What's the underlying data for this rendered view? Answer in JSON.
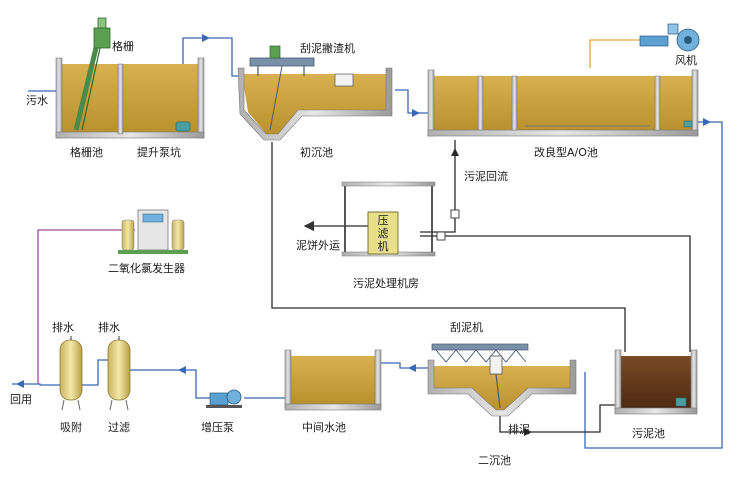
{
  "labels": {
    "wastewater": "污水",
    "bar_screen": "格栅",
    "bar_screen_tank": "格栅池",
    "lift_pump_pit": "提升泵坑",
    "scraper_skimmer": "刮泥撇渣机",
    "primary_clarifier": "初沉池",
    "blower": "风机",
    "ao_tank": "改良型A/O池",
    "sludge_return": "污泥回流",
    "filter_press_line1": "压",
    "filter_press_line2": "滤",
    "filter_press_line3": "机",
    "sludge_cake_out": "泥饼外运",
    "sludge_room": "污泥处理机房",
    "chlorine_dioxide_generator": "二氧化氯发生器",
    "drain_left": "排水",
    "drain_right": "排水",
    "reuse": "回用",
    "adsorption": "吸附",
    "filtration": "过滤",
    "booster_pump": "增压泵",
    "intermediate_tank": "中间水池",
    "sludge_scraper": "刮泥机",
    "sludge_discharge": "排泥",
    "secondary_clarifier": "二沉池",
    "sludge_tank": "污泥池"
  },
  "colors": {
    "water": "#c8a13a",
    "water_light": "#dcc06a",
    "sludge": "#6b3d1c",
    "wall": "#8f8f8f",
    "pipe_main": "#4a4a4a",
    "pipe_blue": "#3a68b8",
    "pipe_chlorine": "#9a4f9e",
    "air_pipe": "#e4a63a",
    "steel": "#7a8fa8",
    "green": "#5aa050",
    "filter_press": "#e8e088"
  }
}
